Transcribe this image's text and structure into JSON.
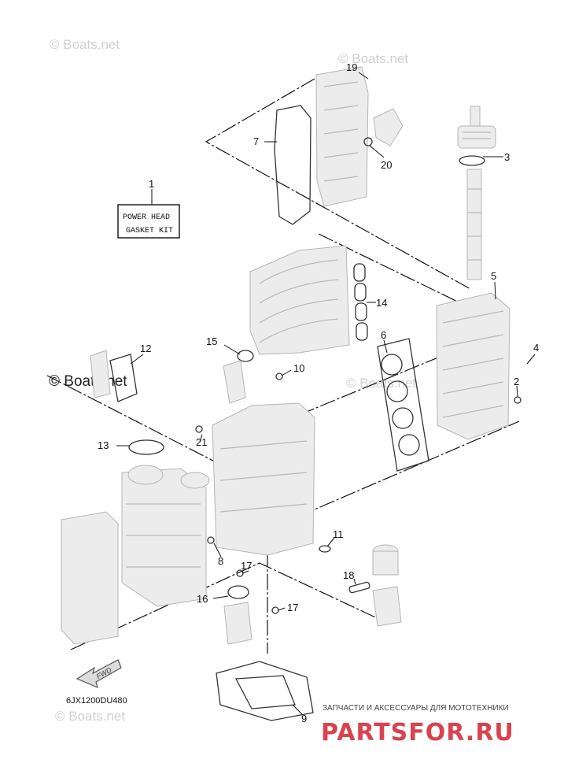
{
  "diagram": {
    "code": "6JX1200DU480",
    "fwd_label": "FWD",
    "kit_label": {
      "line1": "POWER HEAD",
      "line2": "GASKET KIT"
    },
    "callouts": [
      "1",
      "2",
      "3",
      "4",
      "5",
      "6",
      "7",
      "8",
      "9",
      "10",
      "11",
      "12",
      "13",
      "14",
      "15",
      "16",
      "17",
      "17",
      "18",
      "19",
      "20",
      "21"
    ]
  },
  "watermarks": {
    "light": "© Boats.net",
    "dark": "© Boats.net"
  },
  "branding": {
    "tagline": "ЗАПЧАСТИ И АКСЕССУАРЫ ДЛЯ МОТОТЕХНИКИ",
    "logo": "PARTSFOR.RU"
  }
}
